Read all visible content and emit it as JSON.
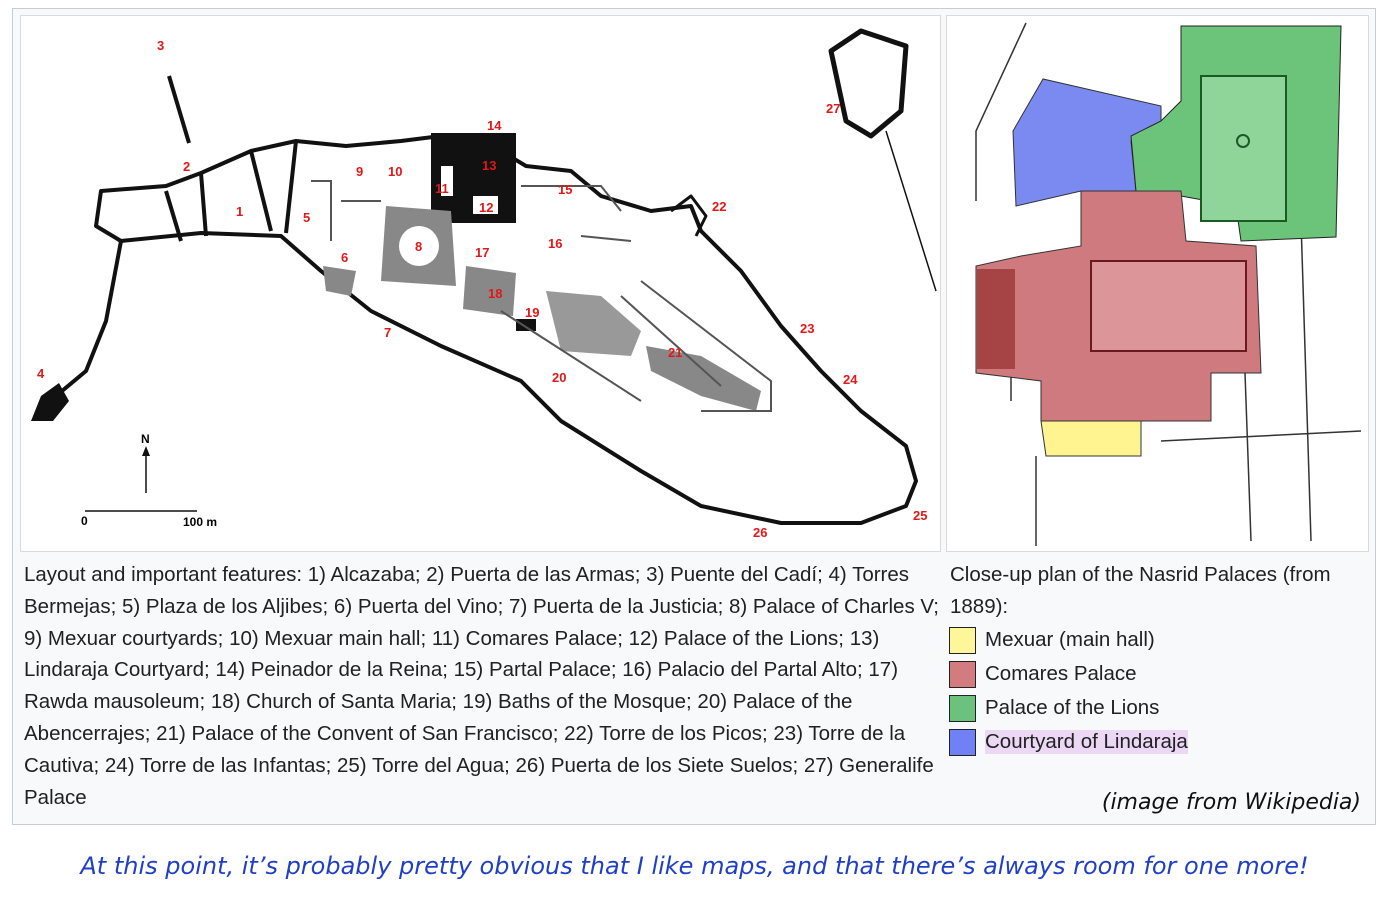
{
  "left_figure": {
    "labels": [
      "1",
      "2",
      "3",
      "4",
      "5",
      "6",
      "7",
      "8",
      "9",
      "10",
      "11",
      "12",
      "13",
      "14",
      "15",
      "16",
      "17",
      "18",
      "19",
      "20",
      "21",
      "22",
      "23",
      "24",
      "25",
      "26",
      "27"
    ],
    "north": "N",
    "scale_start": "0",
    "scale_end": "100 m",
    "caption": "Layout and important features: 1) Alcazaba; 2) Puerta de las Armas; 3) Puente del Cadí; 4) Torres Bermejas; 5) Plaza de los Aljibes; 6) Puerta del Vino; 7) Puerta de la Justicia; 8) Palace of Charles V; 9) Mexuar courtyards; 10) Mexuar main hall; 11) Comares Palace; 12) Palace of the Lions; 13) Lindaraja Courtyard; 14) Peinador de la Reina; 15) Partal Palace; 16) Palacio del Partal Alto; 17) Rawda mausoleum; 18) Church of Santa Maria; 19) Baths of the Mosque; 20) Palace of the Abencerrajes; 21) Palace of the Convent of San Francisco; 22) Torre de los Picos; 23) Torre de la Cautiva; 24) Torre de las Infantas; 25) Torre del Agua; 26) Puerta de los Siete Suelos; 27) Generalife Palace"
  },
  "right_figure": {
    "caption": "Close-up plan of the Nasrid Palaces (from 1889):",
    "legend": [
      {
        "label": "Mexuar (main hall)",
        "color": "#fff59a"
      },
      {
        "label": "Comares Palace",
        "color": "#d27c80"
      },
      {
        "label": "Palace of the Lions",
        "color": "#6cc27c"
      },
      {
        "label": "Courtyard of Lindaraja",
        "color": "#7080f5"
      }
    ]
  },
  "credit": "(image from Wikipedia)",
  "comment": "At this point, it’s probably pretty obvious that I like maps, and that there’s always room for one more!"
}
